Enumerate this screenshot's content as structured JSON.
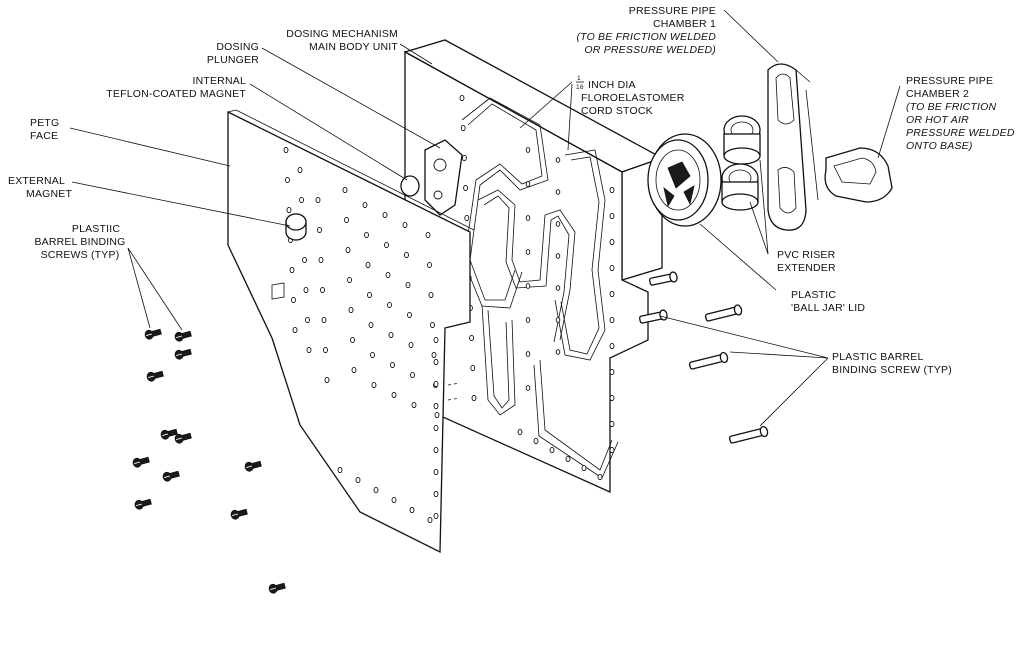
{
  "labels": {
    "pressure_pipe_1": [
      "PRESSURE PIPE",
      "CHAMBER 1",
      "(TO BE FRICTION WELDED",
      "OR PRESSURE WELDED)"
    ],
    "pressure_pipe_2": [
      "PRESSURE PIPE",
      "CHAMBER 2",
      "(TO BE FRICTION",
      "OR HOT AIR",
      "PRESSURE WELDED",
      "ONTO BASE)"
    ],
    "dosing_mechanism": [
      "DOSING MECHANISM",
      "MAIN BODY UNIT"
    ],
    "dosing_plunger": [
      "DOSING",
      "PLUNGER"
    ],
    "internal_magnet": [
      "INTERNAL",
      "TEFLON-COATED MAGNET"
    ],
    "cord_stock": [
      "INCH DIA",
      "FLOROELASTOMER",
      "CORD STOCK"
    ],
    "cord_fraction": {
      "num": "1",
      "den": "16"
    },
    "petg_face": [
      "PETG",
      "FACE"
    ],
    "external_magnet": [
      "EXTERNAL",
      "MAGNET"
    ],
    "barrel_screws_left": [
      "PLASTIIC",
      "BARREL BINDING",
      "SCREWS (TYP)"
    ],
    "pvc_riser": [
      "PVC RISER",
      "EXTENDER"
    ],
    "ball_jar_lid": [
      "PLASTIC",
      "'BALL JAR' LID"
    ],
    "barrel_screw_right": [
      "PLASTIC BARREL",
      "BINDING SCREW (TYP)"
    ]
  },
  "colors": {
    "ink": "#111111",
    "paper": "#ffffff"
  }
}
